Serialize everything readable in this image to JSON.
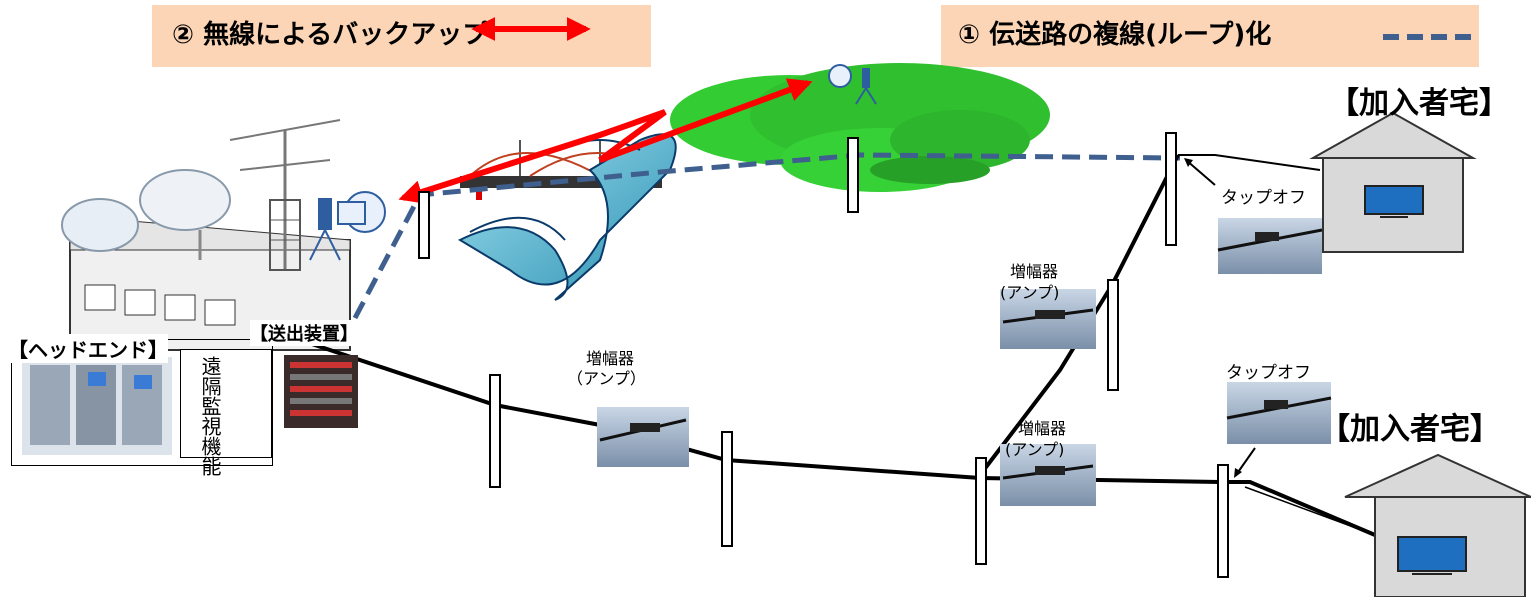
{
  "legend": {
    "wireless_label": "② 無線によるバックアップ",
    "loop_label": "① 伝送路の複線(ループ)化"
  },
  "labels": {
    "subscriber_home_1": "【加入者宅】",
    "subscriber_home_2": "【加入者宅】",
    "headend": "【ヘッドエンド】",
    "transmitter": "【送出装置】",
    "remote_monitoring": "遠隔監視機能",
    "amplifier_1": "増幅器",
    "amplifier_1_sub": "（アンプ）",
    "amplifier_2": "増幅器",
    "amplifier_2_sub": "(アンプ)",
    "amplifier_3": "増幅器",
    "amplifier_3_sub": "(アンプ)",
    "tap_off_1": "タップオフ",
    "tap_off_2": "タップオフ"
  },
  "colors": {
    "banner": "#fbd5b5",
    "wireless_arrow": "#ff0000",
    "loop_line": "#3f5f8f",
    "mountain": "#33cc33",
    "cable": "#000000"
  }
}
